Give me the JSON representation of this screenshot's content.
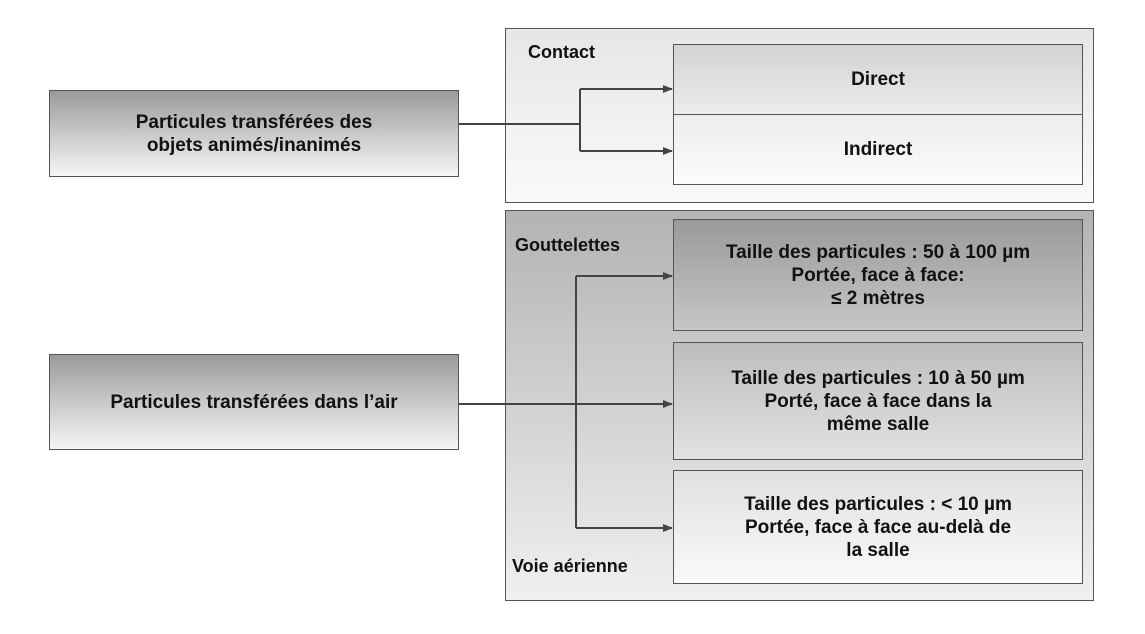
{
  "sources": {
    "contact_source": "Particules transférées des\nobjets animés/inanimés",
    "air_source": "Particules transférées dans l’air"
  },
  "contact": {
    "label": "Contact",
    "targets": [
      "Direct",
      "Indirect"
    ]
  },
  "air": {
    "label_top": "Gouttelettes",
    "label_bottom": "Voie aérienne",
    "targets": [
      "Taille des particules : 50 à 100 µm\nPortée, face à face:\n≤ 2 mètres",
      "Taille des particules : 10 à 50 µm\nPorté, face à face dans la\nmême salle",
      "Taille des particules : < 10 µm\nPortée, face à face au-delà de\nla salle"
    ]
  }
}
